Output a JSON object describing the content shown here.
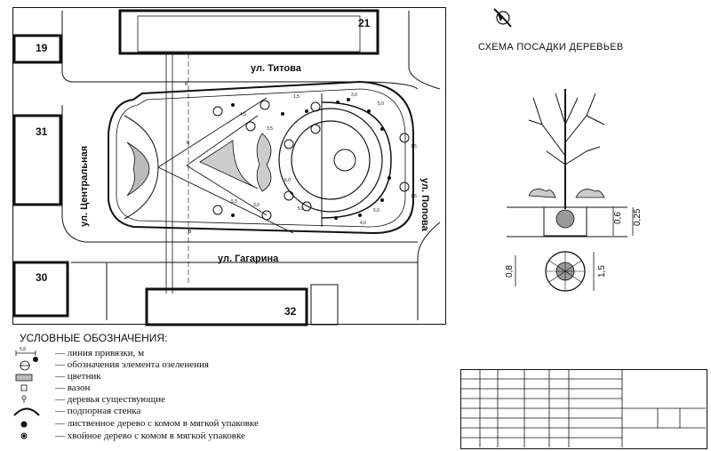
{
  "title": "СХЕМА ПОСАДКИ ДЕРЕВЬЕВ",
  "plan": {
    "streets": {
      "titova": "ул. Титова",
      "tsentralnaya": "ул. Центральная",
      "popova": "ул. Попова",
      "gagarina": "ул. Гагарина"
    },
    "buildings": [
      "21",
      "19",
      "31",
      "30",
      "32"
    ],
    "dimensions": [
      "1,5",
      "3,0",
      "5,0",
      "4,5",
      "5,5",
      "3,0",
      "6,0",
      "5,5",
      "5,0",
      "4,0",
      "1,5",
      "1,5",
      "3,5"
    ],
    "line_marks": [
      "В",
      "В",
      "В"
    ]
  },
  "tree_scheme": {
    "dims": [
      "0,6",
      "0,25",
      "0,8",
      "1,5"
    ]
  },
  "legend": {
    "title": "УСЛОВНЫЕ ОБОЗНАЧЕНИЯ:",
    "sample_dim": "5,8",
    "items": [
      "— линия привязки,   м",
      "— обозначения элемента озеленения",
      "— цветник",
      "— вазон",
      "— деревья существующие",
      "— подпорная стенка",
      "— лиственное дерево с комом в мягкой упаковке",
      "— хвойное дерево с комом в мягкой упаковке"
    ]
  }
}
